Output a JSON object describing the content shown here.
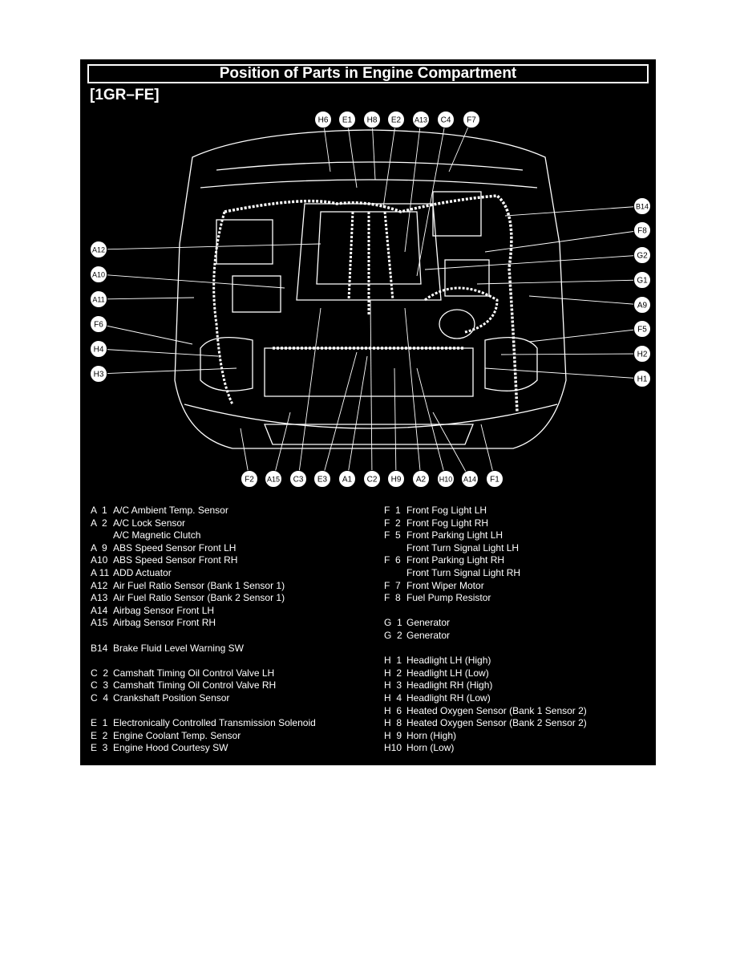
{
  "title": "Position of Parts in Engine Compartment",
  "subtitle": "[1GR–FE]",
  "callouts": [
    {
      "label": "H6",
      "side": "top"
    },
    {
      "label": "E1",
      "side": "top"
    },
    {
      "label": "H8",
      "side": "top"
    },
    {
      "label": "E2",
      "side": "top"
    },
    {
      "label": "A13",
      "side": "top"
    },
    {
      "label": "C4",
      "side": "top"
    },
    {
      "label": "F7",
      "side": "top"
    },
    {
      "label": "A12",
      "side": "left"
    },
    {
      "label": "A10",
      "side": "left"
    },
    {
      "label": "A11",
      "side": "left"
    },
    {
      "label": "F6",
      "side": "left"
    },
    {
      "label": "H4",
      "side": "left"
    },
    {
      "label": "H3",
      "side": "left"
    },
    {
      "label": "B14",
      "side": "right"
    },
    {
      "label": "F8",
      "side": "right"
    },
    {
      "label": "G2",
      "side": "right"
    },
    {
      "label": "G1",
      "side": "right"
    },
    {
      "label": "A9",
      "side": "right"
    },
    {
      "label": "F5",
      "side": "right"
    },
    {
      "label": "H2",
      "side": "right"
    },
    {
      "label": "H1",
      "side": "right"
    },
    {
      "label": "F2",
      "side": "bottom"
    },
    {
      "label": "A15",
      "side": "bottom"
    },
    {
      "label": "C3",
      "side": "bottom"
    },
    {
      "label": "E3",
      "side": "bottom"
    },
    {
      "label": "A1",
      "side": "bottom"
    },
    {
      "label": "C2",
      "side": "bottom"
    },
    {
      "label": "H9",
      "side": "bottom"
    },
    {
      "label": "A2",
      "side": "bottom"
    },
    {
      "label": "H10",
      "side": "bottom"
    },
    {
      "label": "A14",
      "side": "bottom"
    },
    {
      "label": "F1",
      "side": "bottom"
    }
  ],
  "legend_left": [
    {
      "code": "A  1",
      "desc": "A/C Ambient Temp. Sensor"
    },
    {
      "code": "A  2",
      "desc": "A/C Lock Sensor"
    },
    {
      "code": "",
      "desc": "A/C Magnetic Clutch"
    },
    {
      "code": "A  9",
      "desc": "ABS Speed Sensor Front LH"
    },
    {
      "code": "A10",
      "desc": "ABS Speed Sensor Front RH"
    },
    {
      "code": "A 11",
      "desc": "ADD Actuator"
    },
    {
      "code": "A12",
      "desc": "Air Fuel Ratio Sensor (Bank 1 Sensor 1)"
    },
    {
      "code": "A13",
      "desc": "Air Fuel Ratio Sensor (Bank 2 Sensor 1)"
    },
    {
      "code": "A14",
      "desc": "Airbag Sensor Front LH"
    },
    {
      "code": "A15",
      "desc": "Airbag Sensor Front RH"
    },
    {
      "code": "",
      "desc": ""
    },
    {
      "code": "B14",
      "desc": "Brake Fluid Level Warning SW"
    },
    {
      "code": "",
      "desc": ""
    },
    {
      "code": "C  2",
      "desc": "Camshaft Timing Oil Control Valve LH"
    },
    {
      "code": "C  3",
      "desc": "Camshaft Timing Oil Control Valve RH"
    },
    {
      "code": "C  4",
      "desc": "Crankshaft Position Sensor"
    },
    {
      "code": "",
      "desc": ""
    },
    {
      "code": "E  1",
      "desc": "Electronically Controlled Transmission Solenoid"
    },
    {
      "code": "E  2",
      "desc": "Engine Coolant Temp. Sensor"
    },
    {
      "code": "E  3",
      "desc": "Engine Hood Courtesy SW"
    }
  ],
  "legend_right": [
    {
      "code": "F  1",
      "desc": "Front Fog Light LH"
    },
    {
      "code": "F  2",
      "desc": "Front Fog Light RH"
    },
    {
      "code": "F  5",
      "desc": "Front Parking Light LH"
    },
    {
      "code": "",
      "desc": "Front Turn Signal Light LH"
    },
    {
      "code": "F  6",
      "desc": "Front Parking Light RH"
    },
    {
      "code": "",
      "desc": "Front Turn Signal Light RH"
    },
    {
      "code": "F  7",
      "desc": "Front Wiper Motor"
    },
    {
      "code": "F  8",
      "desc": "Fuel Pump Resistor"
    },
    {
      "code": "",
      "desc": ""
    },
    {
      "code": "G  1",
      "desc": "Generator"
    },
    {
      "code": "G  2",
      "desc": "Generator"
    },
    {
      "code": "",
      "desc": ""
    },
    {
      "code": "H  1",
      "desc": "Headlight LH (High)"
    },
    {
      "code": "H  2",
      "desc": "Headlight LH (Low)"
    },
    {
      "code": "H  3",
      "desc": "Headlight RH (High)"
    },
    {
      "code": "H  4",
      "desc": "Headlight RH (Low)"
    },
    {
      "code": "H  6",
      "desc": "Heated Oxygen Sensor (Bank 1 Sensor 2)"
    },
    {
      "code": "H  8",
      "desc": "Heated Oxygen Sensor (Bank 2 Sensor 2)"
    },
    {
      "code": "H  9",
      "desc": "Horn (High)"
    },
    {
      "code": "H10",
      "desc": "Horn (Low)"
    }
  ]
}
